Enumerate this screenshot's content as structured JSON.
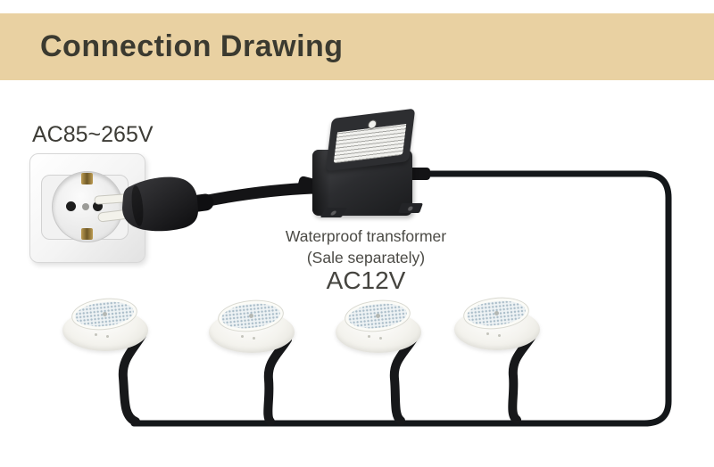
{
  "header": {
    "title": "Connection Drawing",
    "background_color": "#e9d1a2",
    "text_color": "#3b3a30"
  },
  "labels": {
    "input_voltage": "AC85~265V",
    "transformer_name": "Waterproof transformer",
    "transformer_note": "(Sale separately)",
    "output_voltage": "AC12V"
  },
  "diagram": {
    "type": "connection-diagram",
    "components": [
      {
        "name": "wall-socket"
      },
      {
        "name": "power-plug"
      },
      {
        "name": "waterproof-transformer"
      },
      {
        "name": "pool-light",
        "count": 4
      }
    ],
    "light_count": 4,
    "cable_color": "#17181a",
    "light_body_color": "#f4f3ee"
  }
}
